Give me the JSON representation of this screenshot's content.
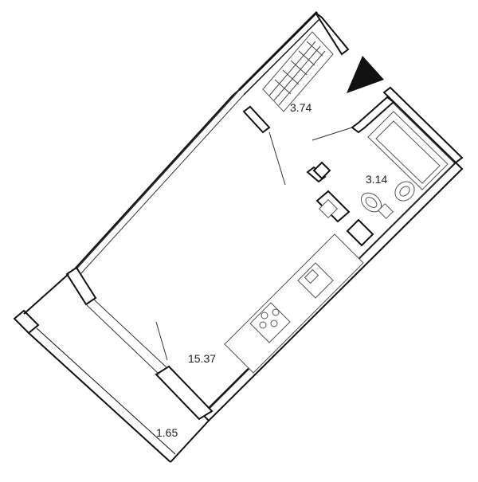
{
  "plan": {
    "rooms": [
      {
        "id": "living",
        "area": "15.37"
      },
      {
        "id": "hall",
        "area": "3.74"
      },
      {
        "id": "bathroom",
        "area": "3.14"
      },
      {
        "id": "balcony",
        "area": "1.65"
      }
    ],
    "entrance_marker": "entrance-arrow-icon"
  },
  "colors": {
    "walls": "#111111",
    "background": "#ffffff",
    "fixtures": "#555555"
  }
}
